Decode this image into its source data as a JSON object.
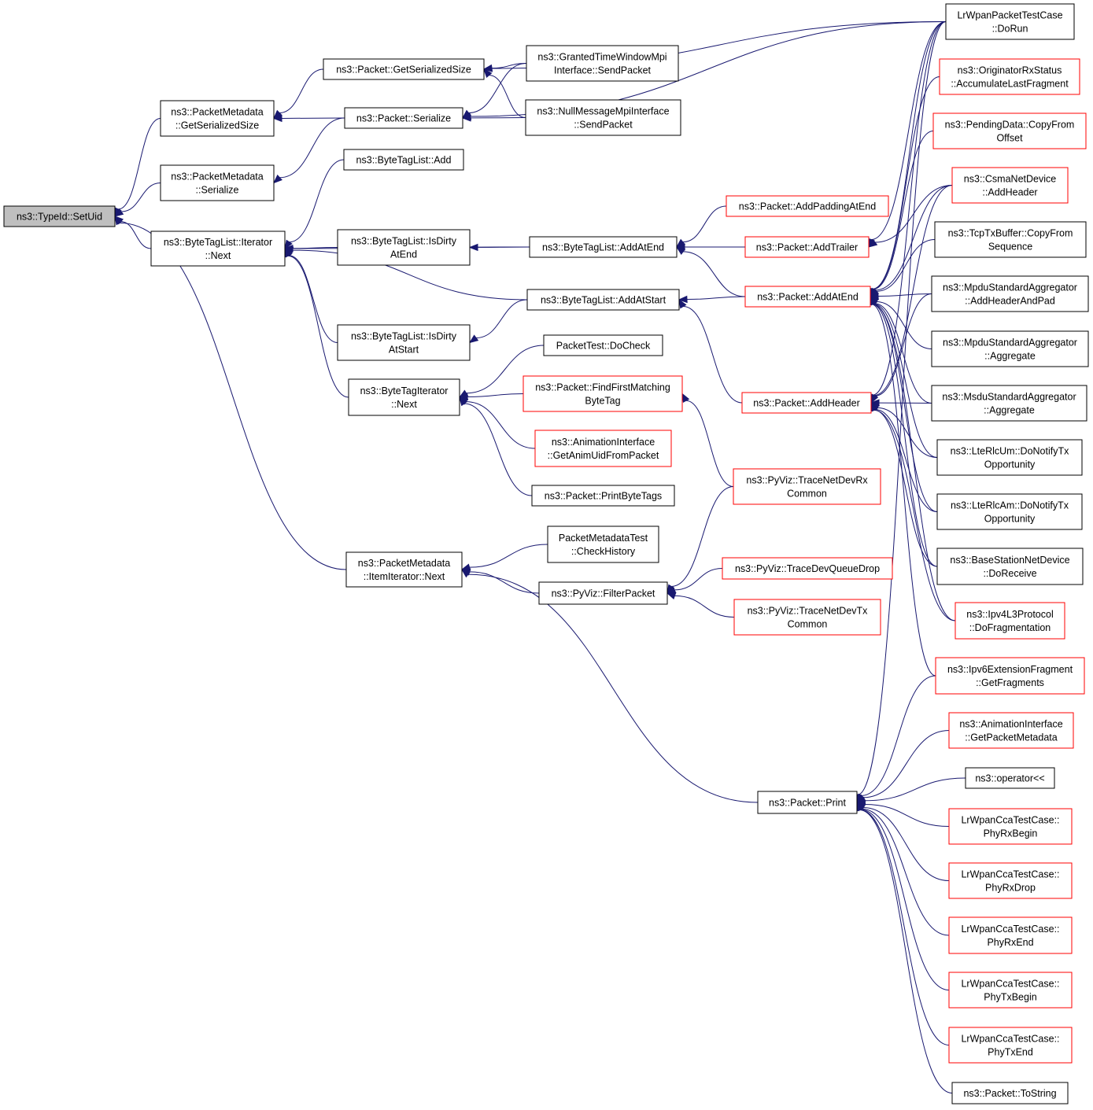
{
  "nodes": {
    "root": {
      "lines": [
        "ns3::TypeId::SetUid"
      ],
      "style": "root"
    },
    "pmGetSer": {
      "lines": [
        "ns3::PacketMetadata",
        "::GetSerializedSize"
      ],
      "style": "black"
    },
    "pmSer": {
      "lines": [
        "ns3::PacketMetadata",
        "::Serialize"
      ],
      "style": "black"
    },
    "btlItNext": {
      "lines": [
        "ns3::ByteTagList::Iterator",
        "::Next"
      ],
      "style": "black"
    },
    "pmItemNext": {
      "lines": [
        "ns3::PacketMetadata",
        "::ItemIterator::Next"
      ],
      "style": "black"
    },
    "pGetSer": {
      "lines": [
        "ns3::Packet::GetSerializedSize"
      ],
      "style": "black"
    },
    "pSer": {
      "lines": [
        "ns3::Packet::Serialize"
      ],
      "style": "black"
    },
    "btlAdd": {
      "lines": [
        "ns3::ByteTagList::Add"
      ],
      "style": "black"
    },
    "btlDirtyEnd": {
      "lines": [
        "ns3::ByteTagList::IsDirty",
        "AtEnd"
      ],
      "style": "black"
    },
    "btlDirtyStart": {
      "lines": [
        "ns3::ByteTagList::IsDirty",
        "AtStart"
      ],
      "style": "black"
    },
    "btiNext": {
      "lines": [
        "ns3::ByteTagIterator",
        "::Next"
      ],
      "style": "black"
    },
    "gtwSend": {
      "lines": [
        "ns3::GrantedTimeWindowMpi",
        "Interface::SendPacket"
      ],
      "style": "black"
    },
    "nmSend": {
      "lines": [
        "ns3::NullMessageMpiInterface",
        "::SendPacket"
      ],
      "style": "black"
    },
    "btlAtEnd": {
      "lines": [
        "ns3::ByteTagList::AddAtEnd"
      ],
      "style": "black"
    },
    "btlAtStart": {
      "lines": [
        "ns3::ByteTagList::AddAtStart"
      ],
      "style": "black"
    },
    "ptDoCheck": {
      "lines": [
        "PacketTest::DoCheck"
      ],
      "style": "black"
    },
    "pFindFirst": {
      "lines": [
        "ns3::Packet::FindFirstMatching",
        "ByteTag"
      ],
      "style": "red"
    },
    "animGetUid": {
      "lines": [
        "ns3::AnimationInterface",
        "::GetAnimUidFromPacket"
      ],
      "style": "red"
    },
    "pPrintBT": {
      "lines": [
        "ns3::Packet::PrintByteTags"
      ],
      "style": "black"
    },
    "pmtCheck": {
      "lines": [
        "PacketMetadataTest",
        "::CheckHistory"
      ],
      "style": "black"
    },
    "pvFilter": {
      "lines": [
        "ns3::PyViz::FilterPacket"
      ],
      "style": "black"
    },
    "pAddPad": {
      "lines": [
        "ns3::Packet::AddPaddingAtEnd"
      ],
      "style": "red"
    },
    "pAddTrailer": {
      "lines": [
        "ns3::Packet::AddTrailer"
      ],
      "style": "red"
    },
    "pAddAtEnd": {
      "lines": [
        "ns3::Packet::AddAtEnd"
      ],
      "style": "red"
    },
    "pAddHeader": {
      "lines": [
        "ns3::Packet::AddHeader"
      ],
      "style": "red"
    },
    "pvRx": {
      "lines": [
        "ns3::PyViz::TraceNetDevRx",
        "Common"
      ],
      "style": "red"
    },
    "pvQDrop": {
      "lines": [
        "ns3::PyViz::TraceDevQueueDrop"
      ],
      "style": "red"
    },
    "pvTx": {
      "lines": [
        "ns3::PyViz::TraceNetDevTx",
        "Common"
      ],
      "style": "red"
    },
    "pPrint": {
      "lines": [
        "ns3::Packet::Print"
      ],
      "style": "black"
    },
    "lrDoRun": {
      "lines": [
        "LrWpanPacketTestCase",
        "::DoRun"
      ],
      "style": "black"
    },
    "origAccum": {
      "lines": [
        "ns3::OriginatorRxStatus",
        "::AccumulateLastFragment"
      ],
      "style": "red"
    },
    "pendCopy": {
      "lines": [
        "ns3::PendingData::CopyFrom",
        "Offset"
      ],
      "style": "red"
    },
    "csmaAddHdr": {
      "lines": [
        "ns3::CsmaNetDevice",
        "::AddHeader"
      ],
      "style": "red"
    },
    "tcpCopy": {
      "lines": [
        "ns3::TcpTxBuffer::CopyFrom",
        "Sequence"
      ],
      "style": "black"
    },
    "mpduPad": {
      "lines": [
        "ns3::MpduStandardAggregator",
        "::AddHeaderAndPad"
      ],
      "style": "black"
    },
    "mpduAgg": {
      "lines": [
        "ns3::MpduStandardAggregator",
        "::Aggregate"
      ],
      "style": "black"
    },
    "msduAgg": {
      "lines": [
        "ns3::MsduStandardAggregator",
        "::Aggregate"
      ],
      "style": "black"
    },
    "rlcUm": {
      "lines": [
        "ns3::LteRlcUm::DoNotifyTx",
        "Opportunity"
      ],
      "style": "black"
    },
    "rlcAm": {
      "lines": [
        "ns3::LteRlcAm::DoNotifyTx",
        "Opportunity"
      ],
      "style": "black"
    },
    "bsRecv": {
      "lines": [
        "ns3::BaseStationNetDevice",
        "::DoReceive"
      ],
      "style": "black"
    },
    "ipv4Frag": {
      "lines": [
        "ns3::Ipv4L3Protocol",
        "::DoFragmentation"
      ],
      "style": "red"
    },
    "ipv6Frag": {
      "lines": [
        "ns3::Ipv6ExtensionFragment",
        "::GetFragments"
      ],
      "style": "red"
    },
    "animMeta": {
      "lines": [
        "ns3::AnimationInterface",
        "::GetPacketMetadata"
      ],
      "style": "red"
    },
    "opOut": {
      "lines": [
        "ns3::operator<<"
      ],
      "style": "black"
    },
    "ccaRxBegin": {
      "lines": [
        "LrWpanCcaTestCase::",
        "PhyRxBegin"
      ],
      "style": "red"
    },
    "ccaRxDrop": {
      "lines": [
        "LrWpanCcaTestCase::",
        "PhyRxDrop"
      ],
      "style": "red"
    },
    "ccaRxEnd": {
      "lines": [
        "LrWpanCcaTestCase::",
        "PhyRxEnd"
      ],
      "style": "red"
    },
    "ccaTxBegin": {
      "lines": [
        "LrWpanCcaTestCase::",
        "PhyTxBegin"
      ],
      "style": "red"
    },
    "ccaTxEnd": {
      "lines": [
        "LrWpanCcaTestCase::",
        "PhyTxEnd"
      ],
      "style": "red"
    },
    "pToString": {
      "lines": [
        "ns3::Packet::ToString"
      ],
      "style": "black"
    }
  },
  "edges": [
    [
      "pmGetSer",
      "root"
    ],
    [
      "pmSer",
      "root"
    ],
    [
      "btlItNext",
      "root"
    ],
    [
      "pmItemNext",
      "root"
    ],
    [
      "pGetSer",
      "pmGetSer"
    ],
    [
      "pSer",
      "pmGetSer"
    ],
    [
      "pSer",
      "pmSer"
    ],
    [
      "btlAdd",
      "btlItNext"
    ],
    [
      "btlDirtyEnd",
      "btlItNext"
    ],
    [
      "btlDirtyStart",
      "btlItNext"
    ],
    [
      "btiNext",
      "btlItNext"
    ],
    [
      "btlAtEnd",
      "btlItNext"
    ],
    [
      "btlAtStart",
      "btlItNext"
    ],
    [
      "gtwSend",
      "pGetSer"
    ],
    [
      "nmSend",
      "pGetSer"
    ],
    [
      "lrDoRun",
      "pGetSer"
    ],
    [
      "gtwSend",
      "pSer"
    ],
    [
      "nmSend",
      "pSer"
    ],
    [
      "lrDoRun",
      "pSer"
    ],
    [
      "btlAtEnd",
      "btlDirtyEnd"
    ],
    [
      "btlAtStart",
      "btlDirtyStart"
    ],
    [
      "ptDoCheck",
      "btiNext"
    ],
    [
      "pFindFirst",
      "btiNext"
    ],
    [
      "animGetUid",
      "btiNext"
    ],
    [
      "pPrintBT",
      "btiNext"
    ],
    [
      "pmtCheck",
      "pmItemNext"
    ],
    [
      "pvFilter",
      "pmItemNext"
    ],
    [
      "pPrint",
      "pmItemNext"
    ],
    [
      "pAddPad",
      "btlAtEnd"
    ],
    [
      "pAddTrailer",
      "btlAtEnd"
    ],
    [
      "pAddAtEnd",
      "btlAtEnd"
    ],
    [
      "pAddAtEnd",
      "btlAtStart"
    ],
    [
      "pAddHeader",
      "btlAtStart"
    ],
    [
      "pvRx",
      "pFindFirst"
    ],
    [
      "pvRx",
      "pvFilter"
    ],
    [
      "pvQDrop",
      "pvFilter"
    ],
    [
      "pvTx",
      "pvFilter"
    ],
    [
      "lrDoRun",
      "pAddTrailer"
    ],
    [
      "csmaAddHdr",
      "pAddTrailer"
    ],
    [
      "lrDoRun",
      "pAddAtEnd"
    ],
    [
      "origAccum",
      "pAddAtEnd"
    ],
    [
      "pendCopy",
      "pAddAtEnd"
    ],
    [
      "csmaAddHdr",
      "pAddAtEnd"
    ],
    [
      "tcpCopy",
      "pAddAtEnd"
    ],
    [
      "mpduPad",
      "pAddAtEnd"
    ],
    [
      "mpduAgg",
      "pAddAtEnd"
    ],
    [
      "msduAgg",
      "pAddAtEnd"
    ],
    [
      "rlcUm",
      "pAddAtEnd"
    ],
    [
      "rlcAm",
      "pAddAtEnd"
    ],
    [
      "bsRecv",
      "pAddAtEnd"
    ],
    [
      "ipv4Frag",
      "pAddAtEnd"
    ],
    [
      "ipv6Frag",
      "pAddAtEnd"
    ],
    [
      "lrDoRun",
      "pAddHeader"
    ],
    [
      "csmaAddHdr",
      "pAddHeader"
    ],
    [
      "mpduPad",
      "pAddHeader"
    ],
    [
      "msduAgg",
      "pAddHeader"
    ],
    [
      "rlcUm",
      "pAddHeader"
    ],
    [
      "rlcAm",
      "pAddHeader"
    ],
    [
      "bsRecv",
      "pAddHeader"
    ],
    [
      "ipv4Frag",
      "pAddHeader"
    ],
    [
      "lrDoRun",
      "pPrint"
    ],
    [
      "ipv6Frag",
      "pPrint"
    ],
    [
      "animMeta",
      "pPrint"
    ],
    [
      "opOut",
      "pPrint"
    ],
    [
      "ccaRxBegin",
      "pPrint"
    ],
    [
      "ccaRxDrop",
      "pPrint"
    ],
    [
      "ccaRxEnd",
      "pPrint"
    ],
    [
      "ccaTxBegin",
      "pPrint"
    ],
    [
      "ccaTxEnd",
      "pPrint"
    ],
    [
      "pToString",
      "pPrint"
    ]
  ],
  "colors": {
    "edge": "#191970",
    "node_border_default": "#000000",
    "node_border_truncated": "#ff0000",
    "root_fill": "#bfbfbf"
  }
}
